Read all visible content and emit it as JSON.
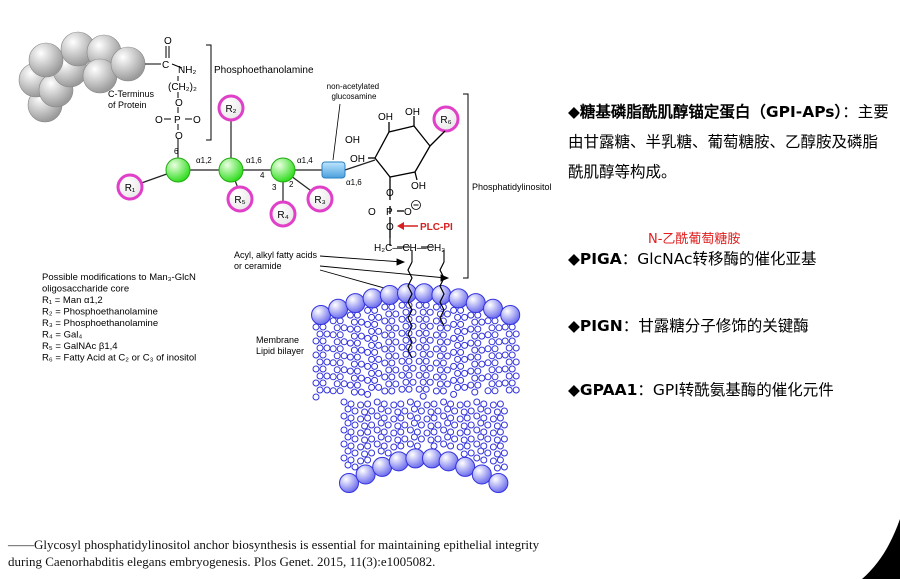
{
  "diagram": {
    "c_terminus": "C-Terminus\nof Protein",
    "phosphoethanolamine": "Phosphoethanolamine",
    "nh2": "NH₂",
    "c_atom": "C",
    "ch2": "(CH₂)₂",
    "o": "O",
    "p": "P",
    "non_acetylated": "non-acetylated\nglucosamine",
    "phosphatidylinositol": "Phosphatidylinositol",
    "plc_pi": "PLC-PI",
    "oh": "OH",
    "acyl_label": "Acyl, alkyl fatty acids\nor ceramide",
    "membrane_label": "Membrane\nLipid bilayer",
    "linkages": {
      "a12": "α1,2",
      "a16a": "α1,6",
      "a14": "α1,4",
      "a16b": "α1,6",
      "n6": "6",
      "n4": "4",
      "n3": "3",
      "n2": "2"
    },
    "r_labels": {
      "r1": "R₁",
      "r2": "R₂",
      "r3": "R₃",
      "r4": "R₄",
      "r5": "R₅",
      "r6": "R₆"
    },
    "modifications": [
      "Possible modifications to Man₃-GlcN",
      "oligosaccharide core",
      "R₁ = Man α1,2",
      "R₂ = Phosphoethanolamine",
      "R₃ = Phosphoethanolamine",
      "R₄ = Gal₄",
      "R₅ = GalNAc β1,4",
      "R₆ = Fatty Acid at C₂ or C₃ of inositol"
    ],
    "colors": {
      "green": "#33dd22",
      "magenta": "#e040c8",
      "blue": "#3333dd",
      "cyan": "#5ab0e6",
      "red": "#d42020"
    }
  },
  "panel": {
    "b1_title": "◆糖基磷脂酰肌醇锚定蛋白（GPI-APs）",
    "b1_body": "：主要由甘露糖、半乳糖、葡萄糖胺、乙醇胺及磷脂酰肌醇等构成。",
    "red_note": "N-乙酰葡萄糖胺",
    "b2_title": "◆PIGA",
    "b2_body": "：GlcNAc转移酶的催化亚基",
    "b3_title": "◆PIGN",
    "b3_body": "：甘露糖分子修饰的关键酶",
    "b4_title": "◆GPAA1",
    "b4_body": "：GPI转酰氨基酶的催化元件"
  },
  "citation": "——Glycosyl phosphatidylinositol anchor biosynthesis is essential for maintaining epithelial integrity during Caenorhabditis elegans embryogenesis. Plos Genet. 2015, 11(3):e1005082."
}
